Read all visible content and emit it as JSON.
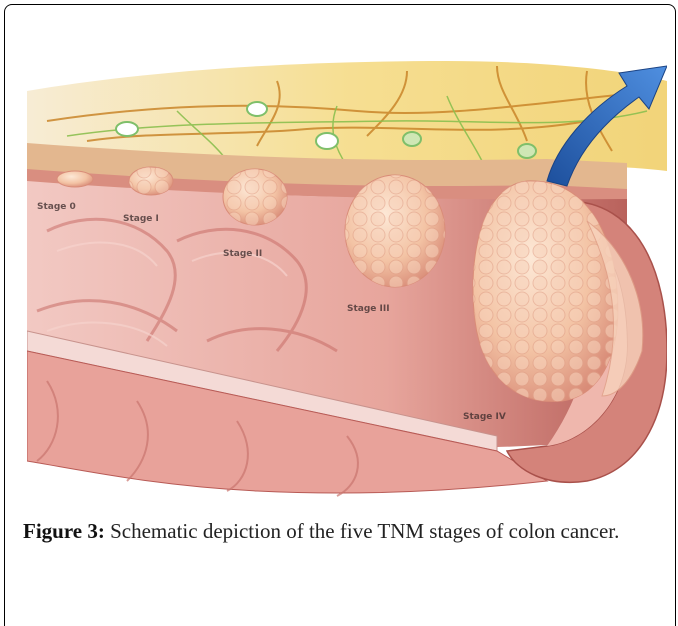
{
  "figure": {
    "caption_label": "Figure 3:",
    "caption_text": " Schematic depiction of the five TNM stages of colon cancer."
  },
  "illustration": {
    "stage_labels": [
      "Stage 0",
      "Stage I",
      "Stage II",
      "Stage III",
      "Stage IV"
    ],
    "colors": {
      "tissue": "#e8a29a",
      "tissue_dark": "#b85a55",
      "fat": "#f2d77a",
      "vessel": "#c9852a",
      "node": "#7fbf6a",
      "tumor": "#f3c3a4",
      "arrow": "#2a63b8"
    }
  }
}
